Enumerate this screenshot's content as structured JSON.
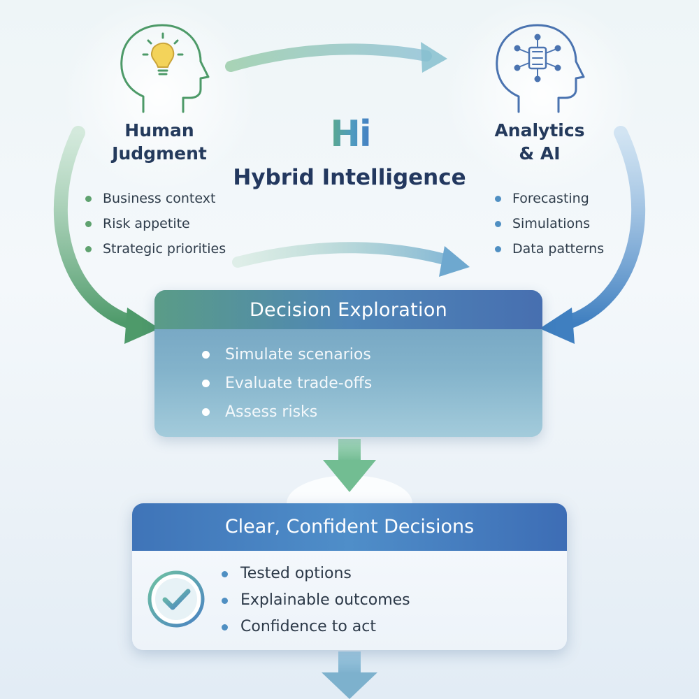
{
  "human": {
    "title_line1": "Human",
    "title_line2": "Judgment",
    "icon": "lightbulb-head-icon",
    "items": [
      "Business context",
      "Risk appetite",
      "Strategic priorities"
    ]
  },
  "ai": {
    "title_line1": "Analytics",
    "title_line2": "& AI",
    "icon": "circuit-head-icon",
    "items": [
      "Forecasting",
      "Simulations",
      "Data patterns"
    ]
  },
  "logo": {
    "text": "Hi"
  },
  "center_title": "Hybrid Intelligence",
  "exploration": {
    "title": "Decision Exploration",
    "items": [
      "Simulate scenarios",
      "Evaluate trade-offs",
      "Assess risks"
    ]
  },
  "decisions": {
    "title": "Clear, Confident Decisions",
    "icon": "checkmark-icon",
    "items": [
      "Tested options",
      "Explainable outcomes",
      "Confidence to act"
    ]
  },
  "colors": {
    "human_green": "#5fa26f",
    "ai_blue": "#4f8fc2",
    "title_navy": "#243a5c",
    "header_blue": "#3f74b8"
  }
}
